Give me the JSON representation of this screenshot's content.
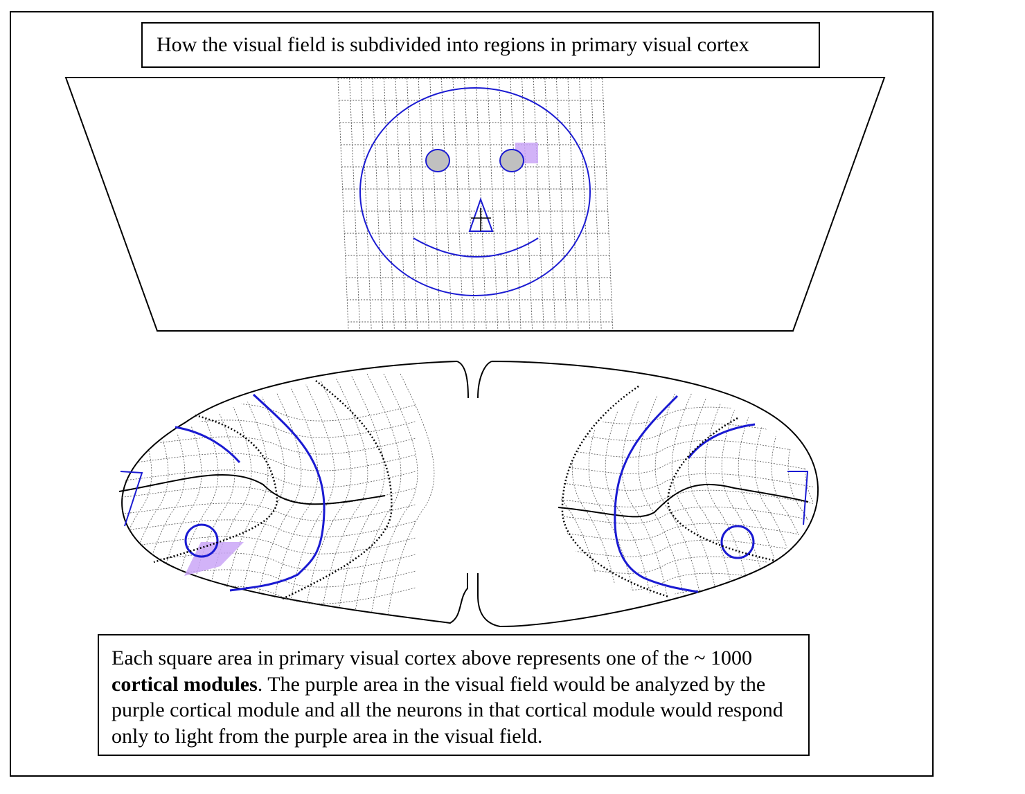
{
  "title": "How the visual field is subdivided into regions in primary visual cortex",
  "caption": {
    "before": "Each square area in primary visual cortex above represents one of the ~ 1000 ",
    "bold": "cortical modules",
    "after": ". The purple area in the visual field would be analyzed by the purple cortical module and all the neurons in that cortical module would respond only to light from the purple area in the visual field."
  },
  "colors": {
    "outline": "#000000",
    "face": "#1a1ad2",
    "grid": "#555555",
    "highlight": "#caa6f7",
    "eye_fill": "#c0c0c0"
  },
  "icons": [
    "smiley-face-icon",
    "fixation-cross-icon"
  ]
}
